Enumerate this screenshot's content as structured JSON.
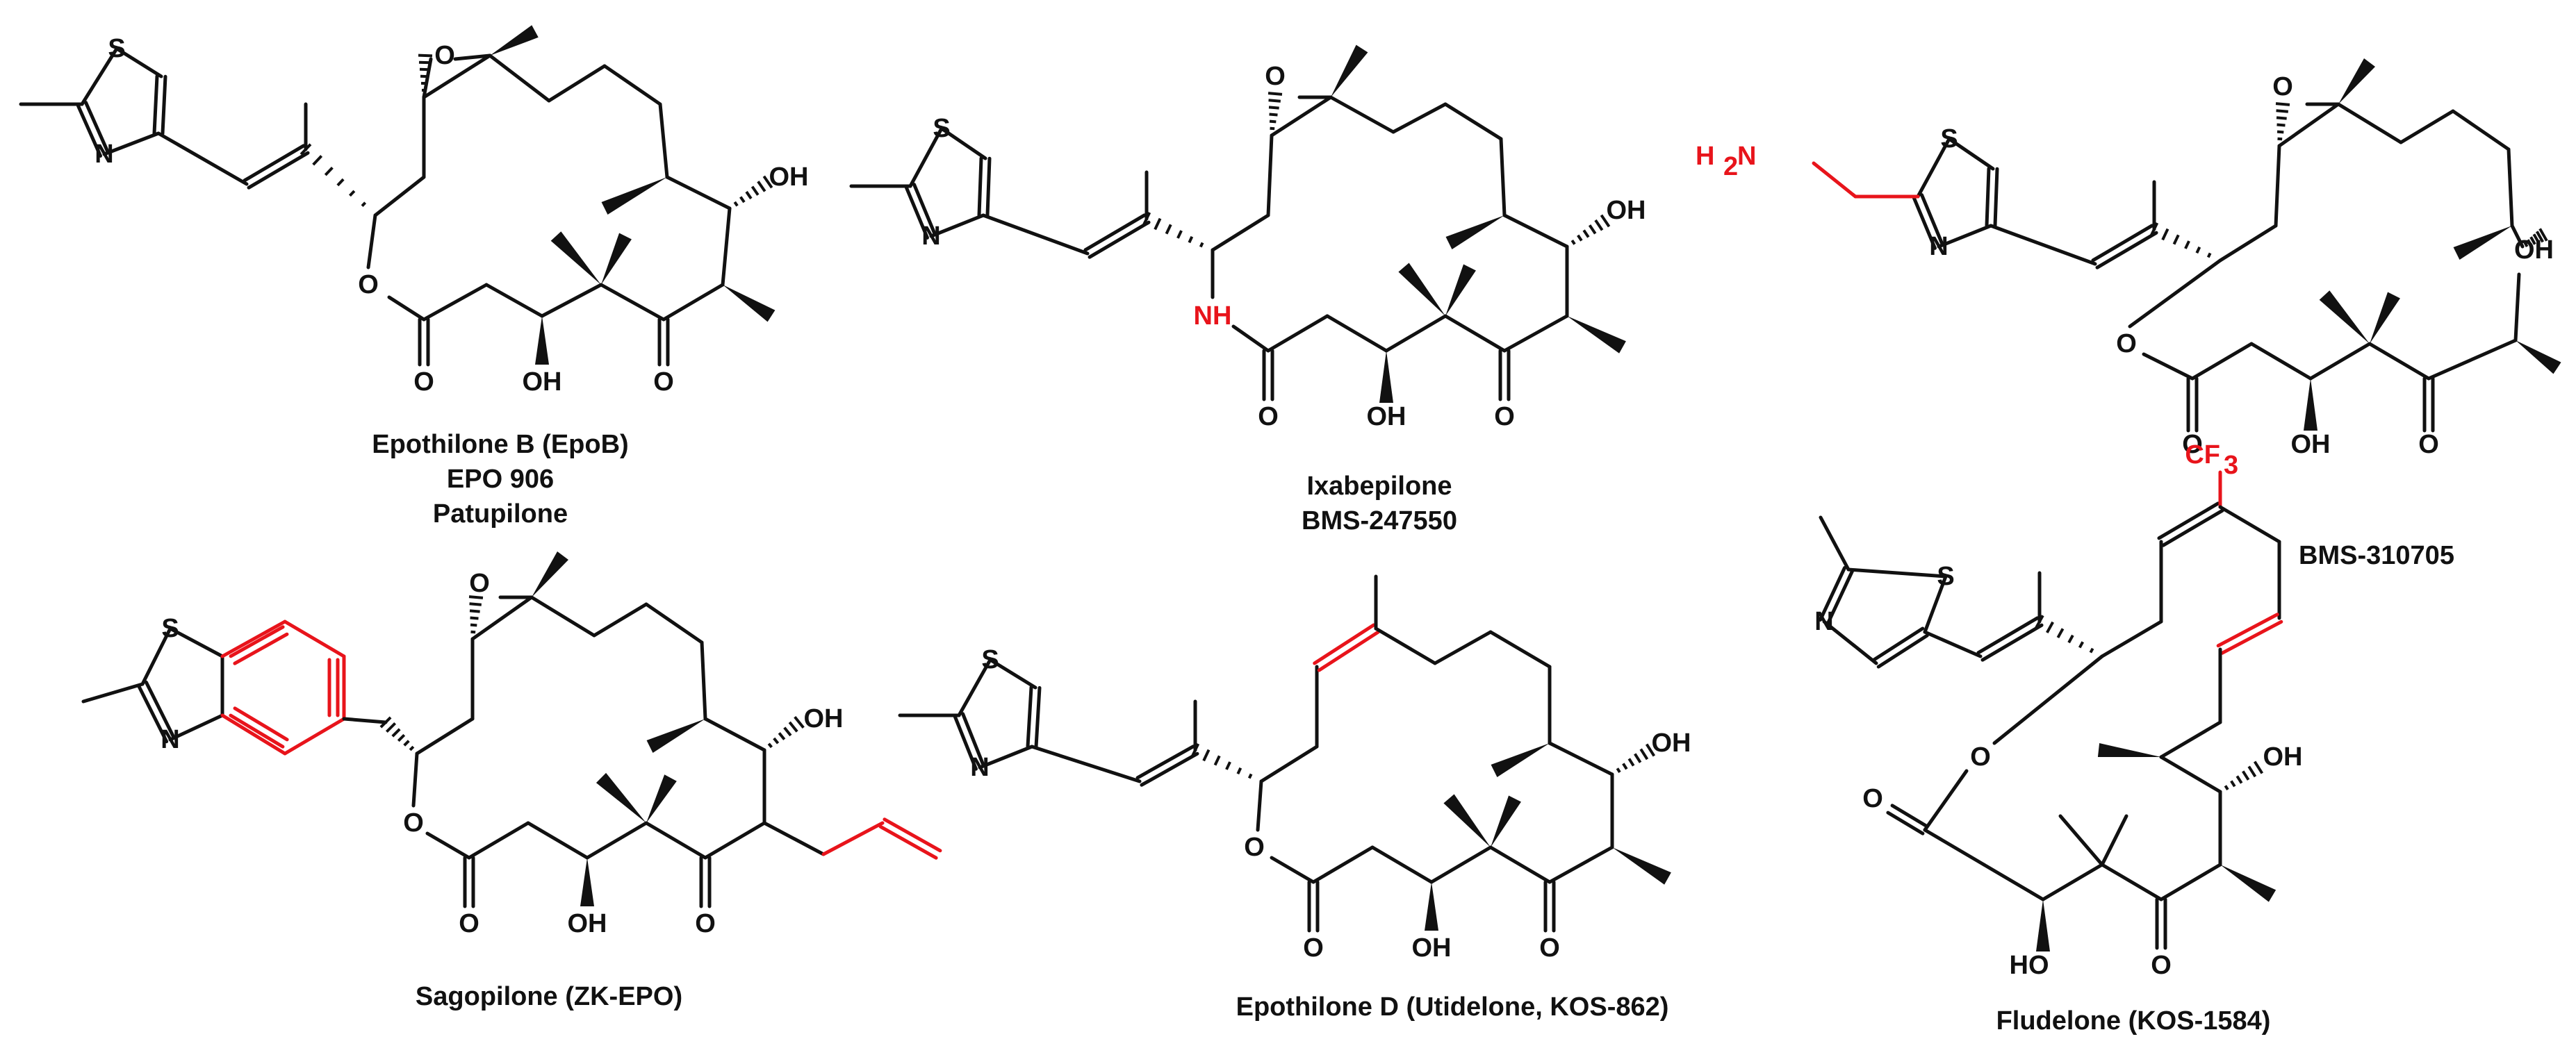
{
  "colors": {
    "bond": "#111111",
    "modification": "#e8141b",
    "text": "#111111"
  },
  "compounds": [
    {
      "id": "epob",
      "caption_lines": [
        "Epothilone B (EpoB)",
        "EPO 906",
        "Patupilone"
      ],
      "atom_labels": [
        "S",
        "N",
        "O",
        "OH",
        "O",
        "OH",
        "O",
        "O"
      ],
      "modified_labels": []
    },
    {
      "id": "ixabepilone",
      "caption_lines": [
        "Ixabepilone",
        "BMS-247550"
      ],
      "atom_labels": [
        "S",
        "N",
        "O",
        "OH",
        "O",
        "OH",
        "O"
      ],
      "modified_labels": [
        "NH"
      ]
    },
    {
      "id": "bms310705",
      "caption_lines": [
        "BMS-310705"
      ],
      "atom_labels": [
        "S",
        "N",
        "O",
        "OH",
        "O",
        "OH",
        "O",
        "O"
      ],
      "modified_labels": [
        "H",
        "2",
        "N"
      ]
    },
    {
      "id": "sagopilone",
      "caption_lines": [
        "Sagopilone (ZK-EPO)"
      ],
      "atom_labels": [
        "S",
        "N",
        "O",
        "OH",
        "O",
        "OH",
        "O",
        "O"
      ],
      "modified_labels": []
    },
    {
      "id": "epod",
      "caption_lines": [
        "Epothilone D (Utidelone, KOS-862)"
      ],
      "atom_labels": [
        "S",
        "N",
        "OH",
        "O",
        "OH",
        "O",
        "O"
      ],
      "modified_labels": []
    },
    {
      "id": "fludelone",
      "caption_lines": [
        "Fludelone (KOS-1584)"
      ],
      "atom_labels": [
        "S",
        "N",
        "O",
        "O",
        "OH",
        "HO",
        "O"
      ],
      "modified_labels": [
        "CF",
        "3"
      ]
    }
  ]
}
